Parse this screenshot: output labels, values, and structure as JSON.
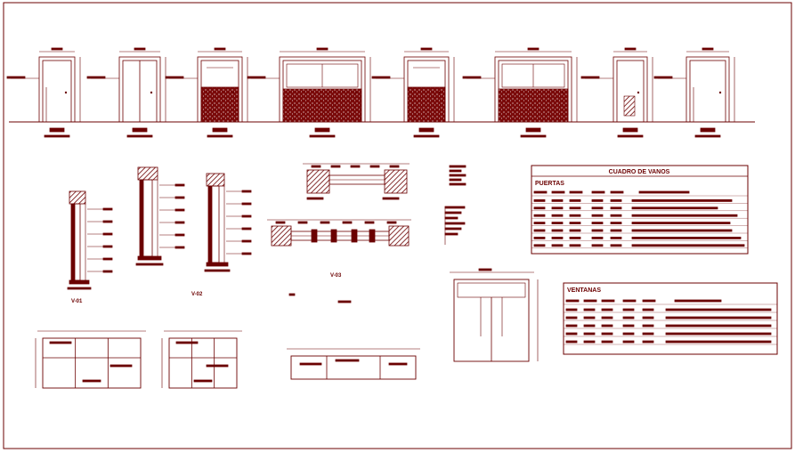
{
  "colors": {
    "ink": "#6b0000",
    "fill": "#7a0a0a",
    "paper": "#ffffff"
  },
  "labels": {
    "v01": "V-01",
    "v02": "V-02",
    "v03": "V-03"
  },
  "schedule": {
    "title": "CUADRO DE VANOS",
    "doors_heading": "PUERTAS",
    "windows_heading": "VENTANAS",
    "door_rows": 8,
    "window_rows": 6
  }
}
